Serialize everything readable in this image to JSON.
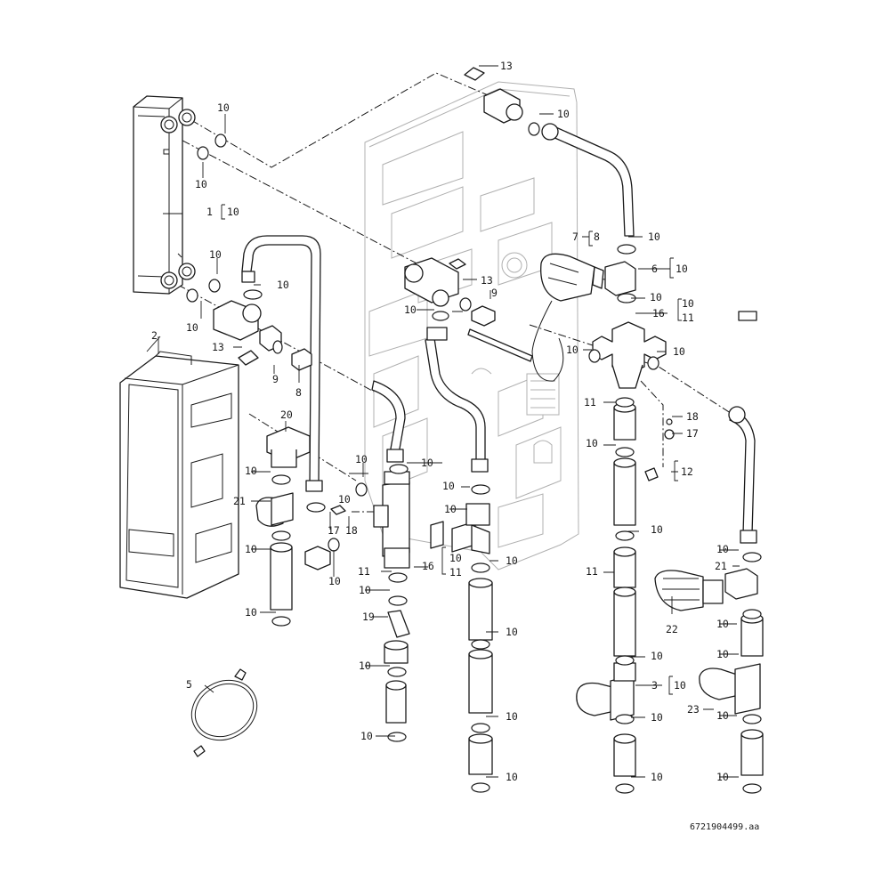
{
  "diagram": {
    "reference": "6721904499.aa",
    "labels": {
      "l1": "1",
      "l1b": "10",
      "l2": "2",
      "l3": "3",
      "l3b": "10",
      "l5": "5",
      "l6": "6",
      "l6b": "10",
      "l7": "7",
      "l7b": "8",
      "l8": "8",
      "l9a": "9",
      "l9b": "9",
      "l11a": "11",
      "l11b": "11",
      "l11c": "11",
      "l11d": "11",
      "l12": "12",
      "l13a": "13",
      "l13b": "13",
      "l13c": "13",
      "l16a": "16",
      "l16b": "16",
      "l16a10": "10",
      "l16a11": "11",
      "l16b10": "10",
      "l16b11": "11",
      "l17a": "17",
      "l17b": "17",
      "l18a": "18",
      "l18b": "18",
      "l19": "19",
      "l20": "20",
      "l21a": "21",
      "l21b": "21",
      "l22": "22",
      "l23": "23",
      "seal": "10"
    }
  }
}
